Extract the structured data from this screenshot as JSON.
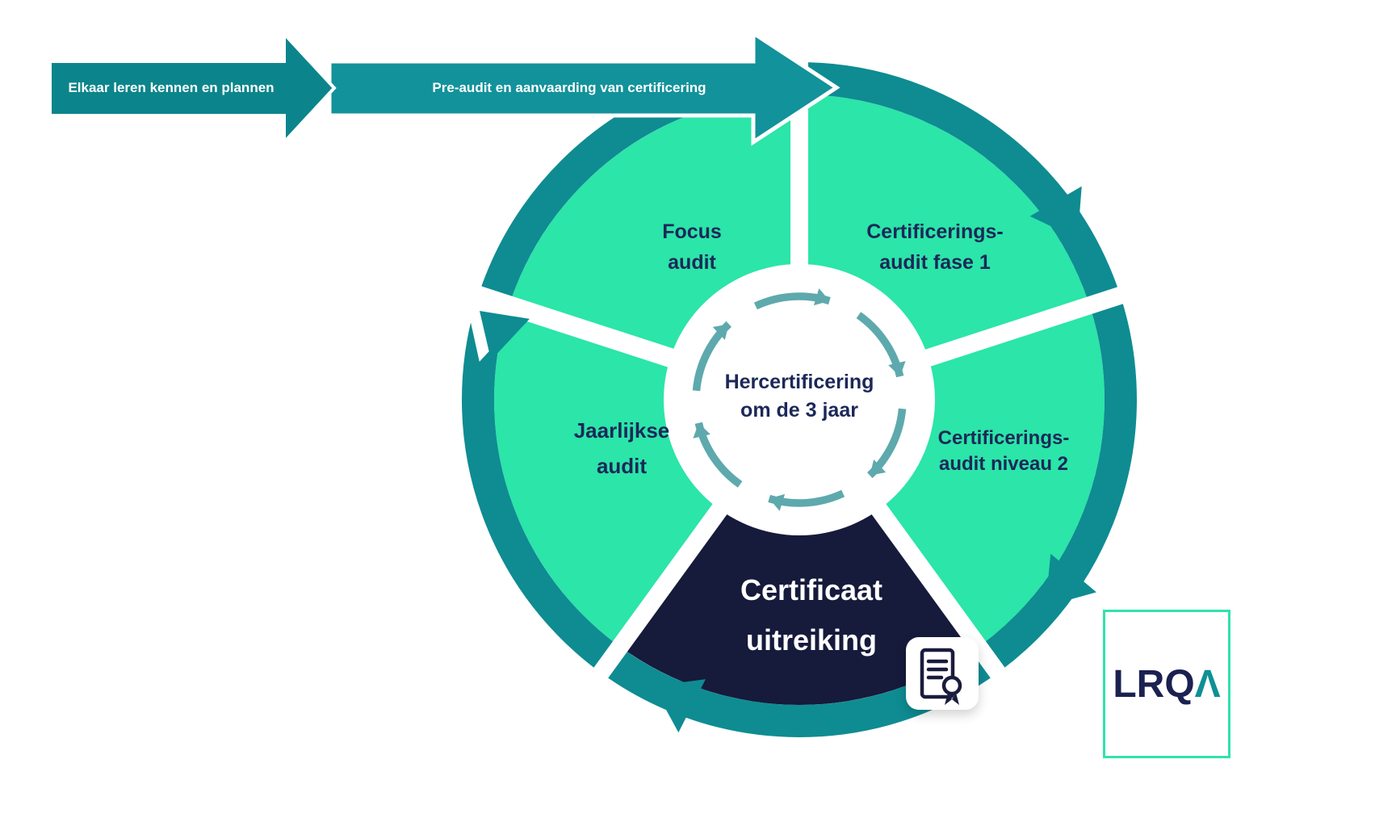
{
  "arrows": {
    "step1": "Elkaar leren kennen en plannen",
    "step2": "Pre-audit en aanvaarding van certificering"
  },
  "cycle": {
    "segments": [
      {
        "label": "Certificerings-audit fase 1"
      },
      {
        "label": "Certificerings-audit niveau 2"
      },
      {
        "label": "Certificaat uitreiking"
      },
      {
        "label": "Jaarlijkse audit"
      },
      {
        "label": "Focus audit"
      }
    ],
    "center": "Hercertificering om de 3 jaar"
  },
  "logo": {
    "name": "LRQA",
    "text_main": "LRQ",
    "text_accent": "Λ"
  },
  "icons": {
    "certificate": "certificate-icon"
  },
  "colors": {
    "arrow1_teal": "#0B858B",
    "arrow2_teal": "#12929A",
    "ring_teal": "#0E8C92",
    "mint": "#2BE5A9",
    "navy_segment": "#161A3B",
    "text_navy": "#1C2858",
    "center_arrows_teal": "#5EA9AD",
    "logo_border_mint": "#2FE3AE",
    "logo_navy": "#1B2150",
    "logo_accent_teal": "#0F8F95"
  }
}
